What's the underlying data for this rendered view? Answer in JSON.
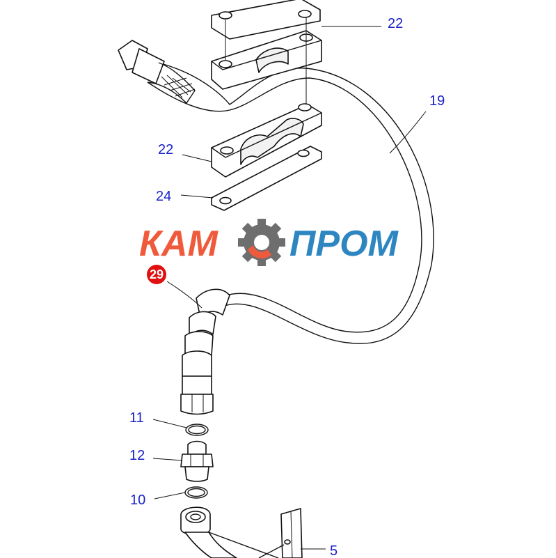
{
  "callouts": {
    "c22_top": "22",
    "c19": "19",
    "c22_mid": "22",
    "c24": "24",
    "c29": "29",
    "c11": "11",
    "c12": "12",
    "c10": "10",
    "c5": "5"
  },
  "watermark": {
    "left": "КАМ",
    "right": "ПРОМ"
  },
  "colors": {
    "callout": "#1a22c8",
    "badge": "#e01010",
    "watermark_orange": "#f05a3c",
    "watermark_blue": "#2e86c1",
    "gear": "#6e6e6e"
  }
}
